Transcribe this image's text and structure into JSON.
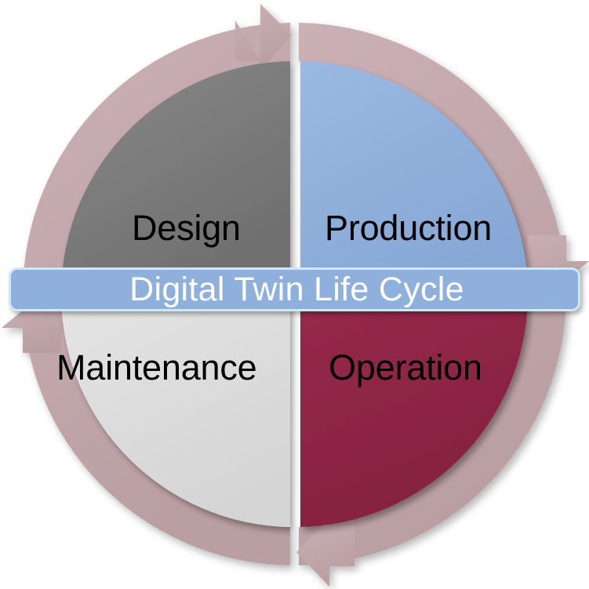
{
  "diagram": {
    "title": "Digital Twin Life Cycle",
    "type": "cyclical-four-stage-wheel",
    "center_banner": {
      "label": "Digital Twin Life Cycle",
      "text_color": "#ffffff",
      "fill_color": "#8fb0dd",
      "border_color": "#cfe8f5"
    },
    "ring": {
      "name": "cycle-arrow-ring",
      "color": "#c2a7ab",
      "direction": "clockwise",
      "arrowheads": [
        {
          "name": "arrowhead-top",
          "points": "right"
        },
        {
          "name": "arrowhead-right",
          "points": "down"
        },
        {
          "name": "arrowhead-bottom",
          "points": "left"
        },
        {
          "name": "arrowhead-left",
          "points": "up"
        }
      ]
    },
    "quadrants": [
      {
        "id": "design",
        "label": "Design",
        "position": "top-left",
        "fill_color": "#7d7d7d",
        "text_color": "#000000"
      },
      {
        "id": "production",
        "label": "Production",
        "position": "top-right",
        "fill_color": "#91b0dc",
        "text_color": "#000000"
      },
      {
        "id": "operation",
        "label": "Operation",
        "position": "bottom-right",
        "fill_color": "#8d2547",
        "text_color": "#000000"
      },
      {
        "id": "maintenance",
        "label": "Maintenance",
        "position": "bottom-left",
        "fill_color": "#dddddd",
        "text_color": "#000000"
      }
    ]
  }
}
